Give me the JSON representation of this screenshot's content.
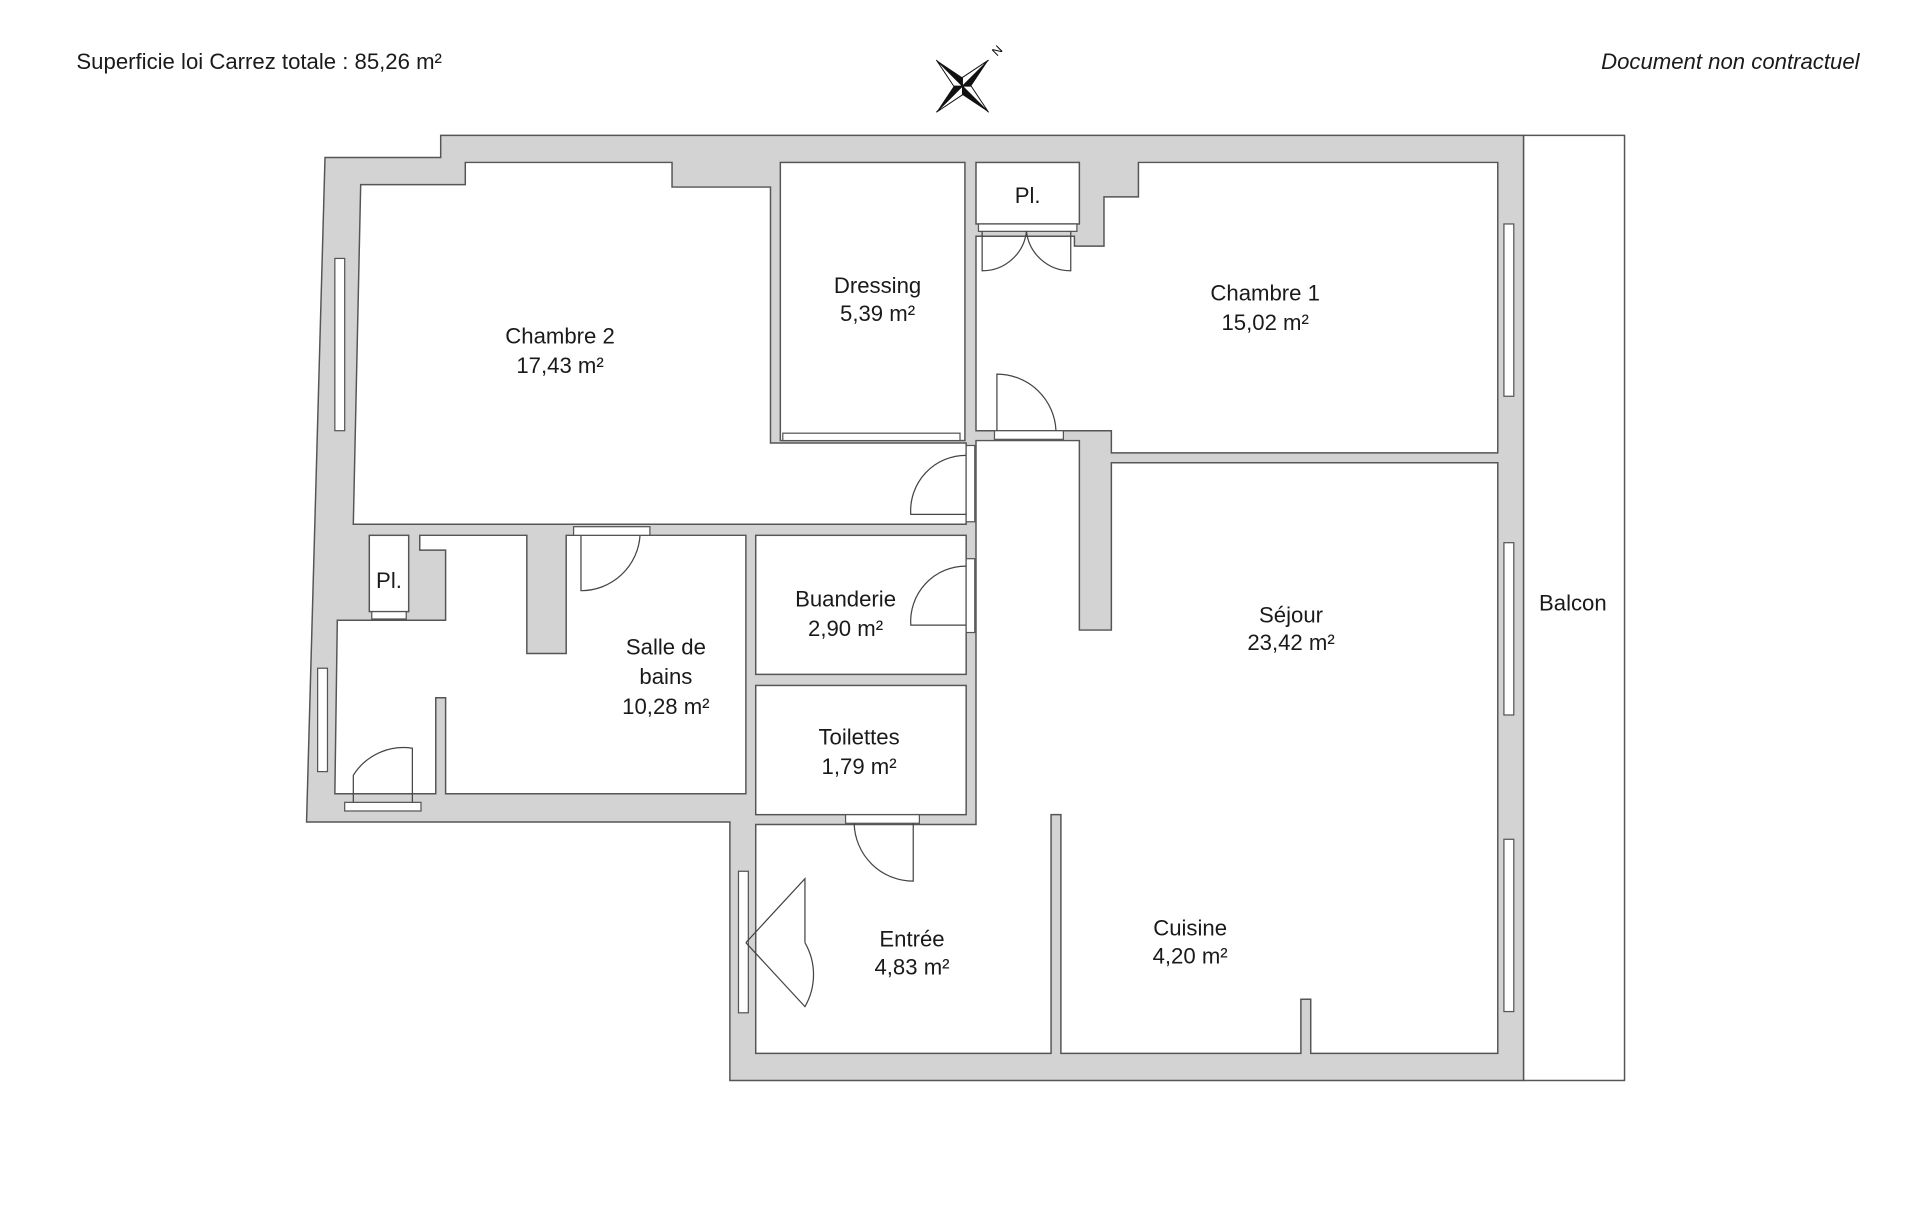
{
  "header": {
    "area_total": "Superficie loi Carrez totale :  85,26 m²",
    "disclaimer": "Document non contractuel",
    "compass_letter": "N"
  },
  "rooms": {
    "chambre2": {
      "name": "Chambre 2",
      "area": "17,43 m²"
    },
    "dressing": {
      "name": "Dressing",
      "area": "5,39 m²"
    },
    "placard_top": {
      "name": "Pl."
    },
    "chambre1": {
      "name": "Chambre 1",
      "area": "15,02 m²"
    },
    "placard_left": {
      "name": "Pl."
    },
    "salle_de_bains": {
      "name_line1": "Salle de",
      "name_line2": "bains",
      "area": "10,28 m²"
    },
    "buanderie": {
      "name": "Buanderie",
      "area": "2,90 m²"
    },
    "toilettes": {
      "name": "Toilettes",
      "area": "1,79 m²"
    },
    "sejour": {
      "name": "Séjour",
      "area": "23,42 m²"
    },
    "entree": {
      "name": "Entrée",
      "area": "4,83 m²"
    },
    "cuisine": {
      "name": "Cuisine",
      "area": "4,20 m²"
    },
    "balcon": {
      "name": "Balcon"
    }
  },
  "colors": {
    "wall": "#d3d3d3",
    "line": "#555555"
  }
}
